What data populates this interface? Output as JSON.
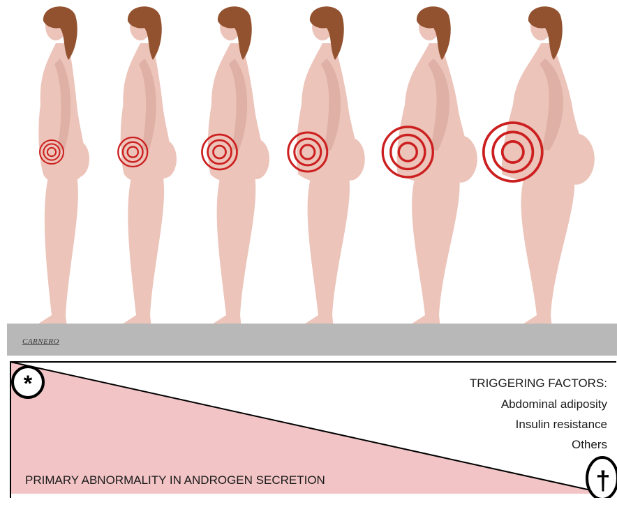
{
  "colors": {
    "body": "#ecc4ba",
    "hair": "#93522f",
    "target": "#cc1f1f",
    "ground": "#b8b8b8",
    "wedge": "#f2c4c6",
    "stroke": "#000000"
  },
  "figures": [
    {
      "label": "figure-1",
      "target_rings": 3
    },
    {
      "label": "figure-2",
      "target_rings": 3
    },
    {
      "label": "figure-3",
      "target_rings": 3
    },
    {
      "label": "figure-4",
      "target_rings": 3
    },
    {
      "label": "figure-5",
      "target_rings": 3
    },
    {
      "label": "figure-6",
      "target_rings": 3
    }
  ],
  "signature": "CARNERO",
  "triggering": {
    "title": "TRIGGERING FACTORS:",
    "items": [
      "Abdominal adiposity",
      "Insulin resistance",
      "Others"
    ]
  },
  "primary": "PRIMARY ABNORMALITY IN ANDROGEN SECRETION",
  "symbols": {
    "start": "*",
    "end": "†",
    "start_icon": "asterisk-icon",
    "end_icon": "dagger-icon"
  }
}
